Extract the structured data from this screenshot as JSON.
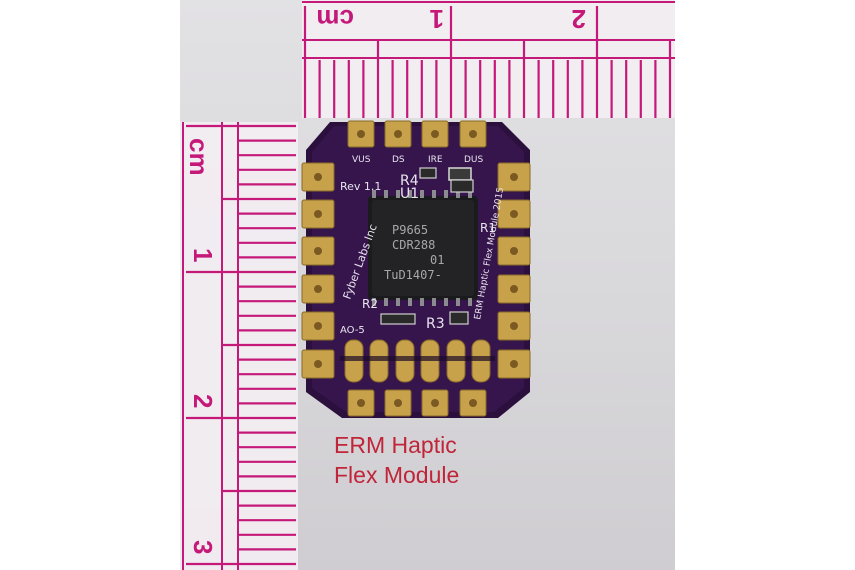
{
  "caption": {
    "line1": "ERM Haptic",
    "line2": "Flex Module"
  },
  "ruler_top": {
    "unit_label": "cm",
    "major_labels": [
      "1",
      "2"
    ]
  },
  "ruler_left": {
    "unit_label": "cm",
    "major_labels": [
      "1",
      "2",
      "3"
    ]
  },
  "board": {
    "chip_markings": [
      "P9665",
      "CDR288",
      "01",
      "TuD1407-"
    ],
    "silkscreen": [
      "Fyber Labs Inc",
      "Rev 1.1",
      "R4",
      "U1",
      "R1",
      "R2",
      "R3",
      "ERM Haptic Flex Module 2015",
      "AO-5"
    ],
    "pad_labels": [
      "VUS",
      "DS",
      "IRE",
      "DUS"
    ]
  },
  "colors": {
    "ruler_magenta": "#c5197a",
    "board_purple": "#2b0f3d",
    "pad_gold": "#c7a24a",
    "caption_red": "#c0253a"
  }
}
